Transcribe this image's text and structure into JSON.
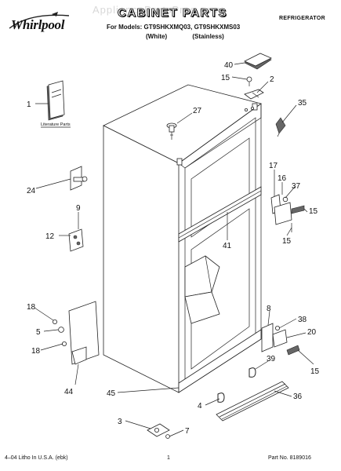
{
  "header": {
    "brand": "Whirlpool",
    "watermark": "AppliancePartsPros.com",
    "title": "CABINET PARTS",
    "category": "REFRIGERATOR",
    "models_line": "For Models: GT9SHKXMQ03, GT9SHKXMS03",
    "variants": [
      "(White)",
      "(Stainless)"
    ]
  },
  "diagram": {
    "literature_label": "Literature Parts",
    "callouts": {
      "c1": "1",
      "c2": "2",
      "c3": "3",
      "c4": "4",
      "c5": "5",
      "c7": "7",
      "c8": "8",
      "c9": "9",
      "c12": "12",
      "c15a": "15",
      "c15b": "15",
      "c15c": "15",
      "c15d": "15",
      "c16": "16",
      "c17": "17",
      "c18a": "18",
      "c18b": "18",
      "c20": "20",
      "c24": "24",
      "c27": "27",
      "c35": "35",
      "c36": "36",
      "c37": "37",
      "c38": "38",
      "c39": "39",
      "c40": "40",
      "c41": "41",
      "c44": "44",
      "c45": "45"
    }
  },
  "footer": {
    "left": "4–04 Litho In U.S.A. (ebk)",
    "center": "1",
    "right": "Part No. 8189016"
  }
}
